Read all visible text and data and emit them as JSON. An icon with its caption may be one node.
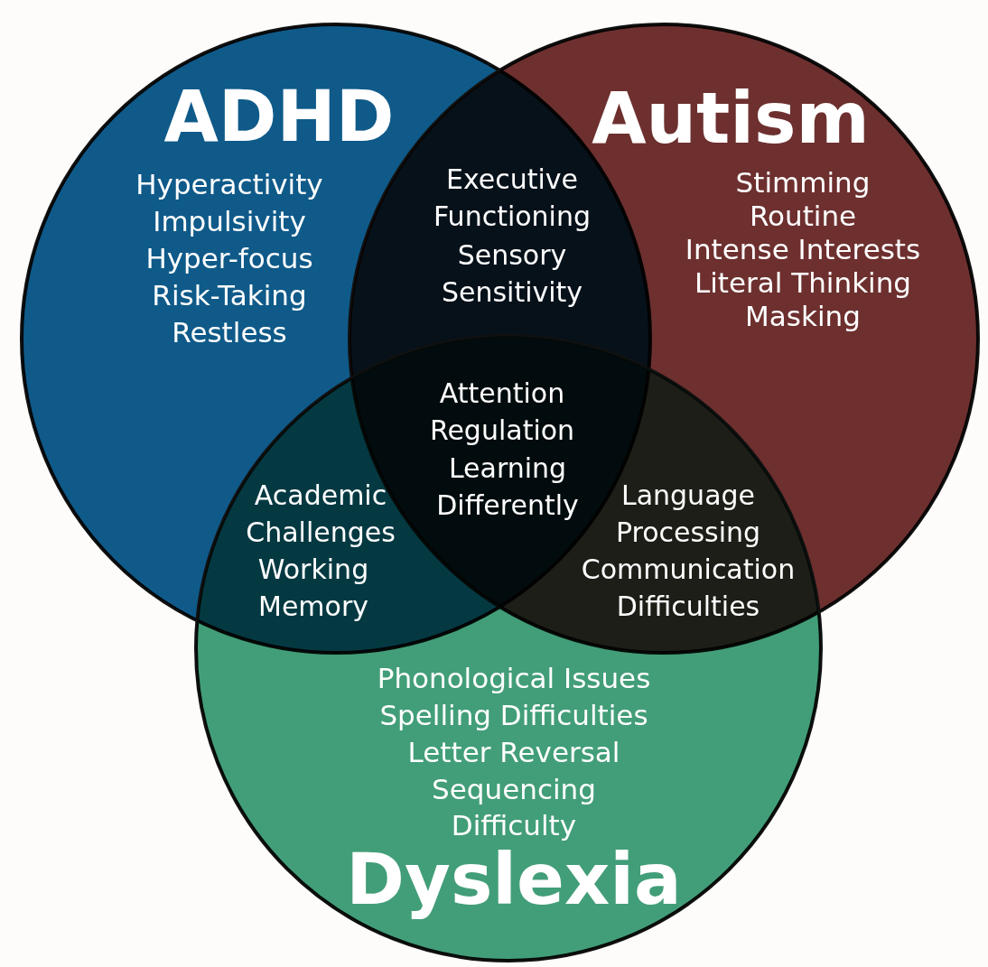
{
  "diagram": {
    "nodes": [
      {
        "text": [
          "ADHD",
          "Hyperactivity",
          "Impulsivity",
          "Hyper-focus",
          "Risk-Taking",
          "Restless"
        ]
      },
      {
        "text": [
          "Autism",
          "Stimming",
          "Routine",
          "Intense Interests",
          "Literal Thinking",
          "Masking"
        ]
      },
      {
        "text": [
          "Phonological Issues",
          "Spelling Difficulties",
          "Letter Reversal",
          "Sequencing Difficulty",
          "Dyslexia"
        ]
      }
    ],
    "labels": [
      "Executive Functioning",
      "Sensory Sensitivity",
      "Attention Regulation",
      "Learning Differently",
      "Academic Challenges",
      "Language Processing",
      "Working Memory",
      "Communication Difficulties"
    ]
  }
}
